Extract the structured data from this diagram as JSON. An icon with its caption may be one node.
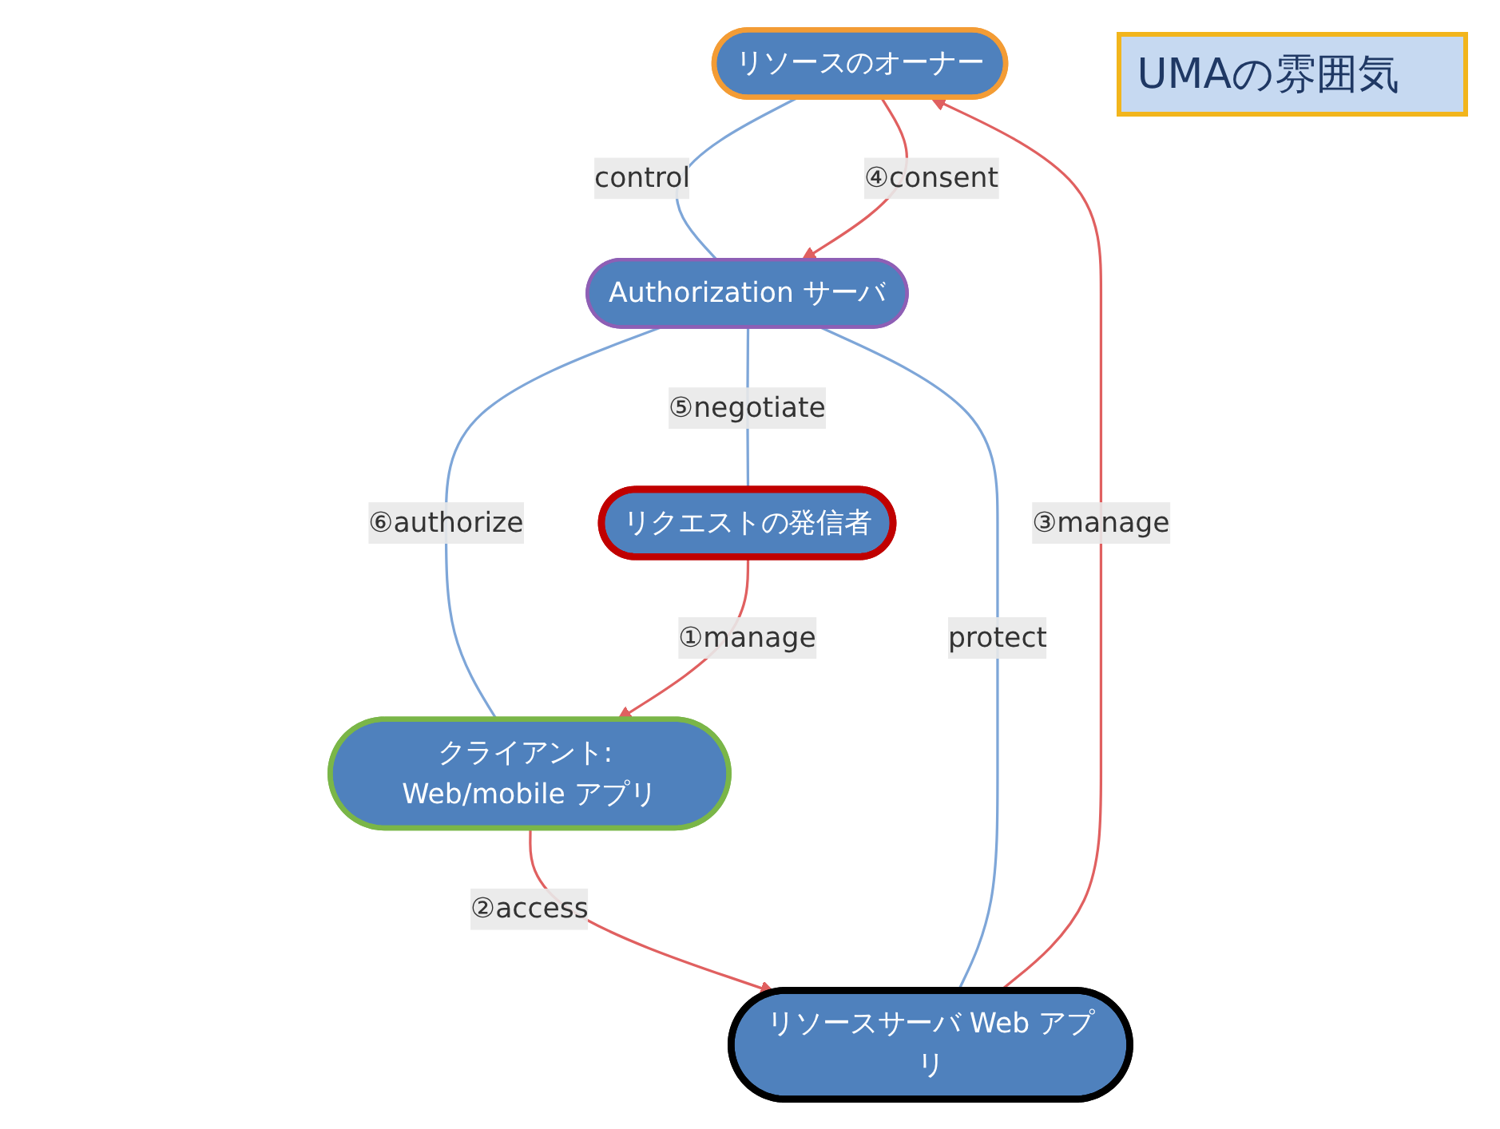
{
  "diagram": {
    "title": "UMAの雰囲気",
    "nodes": [
      {
        "text": [
          "リソースのオーナー"
        ]
      },
      {
        "text": [
          "リソースサーバ Web アプリ"
        ]
      },
      {
        "text": [
          "Authorization サーバ"
        ]
      },
      {
        "text": [
          "リクエストの発信者"
        ]
      },
      {
        "text": [
          "クライアント: Web/mobile アプリ"
        ]
      }
    ],
    "edges": [
      {
        "from": 0,
        "to": 2,
        "arrow": "none",
        "label": "control"
      },
      {
        "from": 1,
        "to": 2,
        "arrow": "none",
        "label": "protect"
      },
      {
        "from": 2,
        "to": 3,
        "arrow": "none",
        "label": "⑤negotiate"
      },
      {
        "from": 2,
        "to": 4,
        "arrow": "none",
        "label": "⑥authorize"
      },
      {
        "from": 3,
        "to": 4,
        "arrow": "to",
        "label": "①manage",
        "color": "#e06060"
      },
      {
        "from": 4,
        "to": 1,
        "arrow": "to",
        "label": "②access",
        "color": "#e06060"
      },
      {
        "from": 1,
        "to": 0,
        "arrow": "to",
        "label": "③manage",
        "color": "#e06060"
      },
      {
        "from": 0,
        "to": 2,
        "arrow": "to",
        "label": "④consent",
        "color": "#e06060"
      }
    ]
  }
}
